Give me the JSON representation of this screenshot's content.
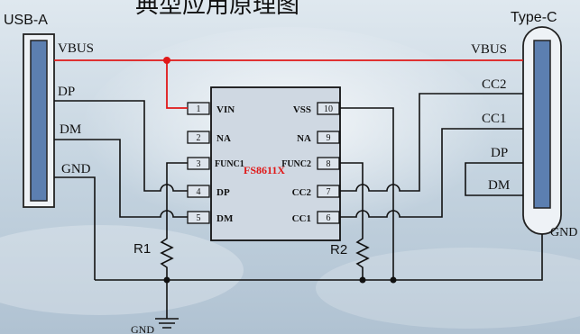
{
  "header": {
    "title_fragment": "典型应用原理图"
  },
  "connectors": {
    "usb_a": {
      "label": "USB-A",
      "pins": [
        "VBUS",
        "DP",
        "DM",
        "GND"
      ]
    },
    "type_c": {
      "label": "Type-C",
      "pins": [
        "VBUS",
        "CC2",
        "CC1",
        "DP",
        "DM"
      ],
      "gnd_label": "GND"
    }
  },
  "chip": {
    "part_number": "FS8611X",
    "left_pins": [
      {
        "num": "1",
        "name": "VIN"
      },
      {
        "num": "2",
        "name": "NA"
      },
      {
        "num": "3",
        "name": "FUNC1"
      },
      {
        "num": "4",
        "name": "DP"
      },
      {
        "num": "5",
        "name": "DM"
      }
    ],
    "right_pins": [
      {
        "num": "10",
        "name": "VSS"
      },
      {
        "num": "9",
        "name": "NA"
      },
      {
        "num": "8",
        "name": "FUNC2"
      },
      {
        "num": "7",
        "name": "CC2"
      },
      {
        "num": "6",
        "name": "CC1"
      }
    ]
  },
  "resistors": {
    "r1": "R1",
    "r2": "R2"
  },
  "ground": {
    "label": "GND"
  },
  "colors": {
    "vbus_net": "#e01818",
    "part_number": "#e01818",
    "connector_fill": "#5c7fb0",
    "wire": "#111111"
  }
}
